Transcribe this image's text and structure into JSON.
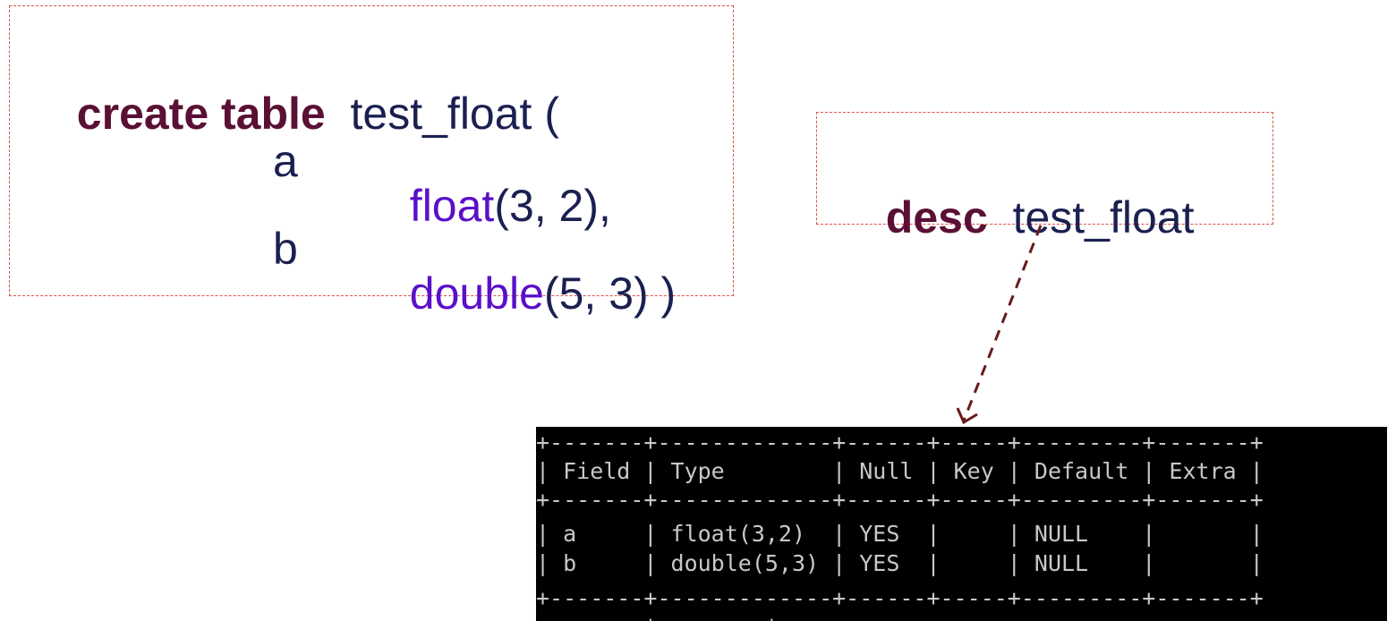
{
  "create_statement": {
    "keyword": "create table",
    "table_name": "test_float (",
    "columns": [
      {
        "name": "a",
        "type": "float",
        "args": "(3, 2),"
      },
      {
        "name": "b",
        "type": "double",
        "args": "(5, 3) )"
      }
    ]
  },
  "desc_statement": {
    "keyword": "desc",
    "table_name": "test_float"
  },
  "terminal": {
    "lines": [
      "+-------+-------------+------+-----+---------+-------+",
      "| Field | Type        | Null | Key | Default | Extra |",
      "+-------+-------------+------+-----+---------+-------+",
      "| a     | float(3,2)  | YES  |     | NULL    |       |",
      "| b     | double(5,3) | YES  |     | NULL    |       |",
      "+-------+-------------+------+-----+---------+-------+",
      "        +        +"
    ]
  },
  "colors": {
    "keyword": "#5a1035",
    "type": "#5b0fc8",
    "text": "#1a2050",
    "box_border": "#e0504a",
    "arrow": "#6b1a1a",
    "terminal_bg": "#000000",
    "terminal_text": "#c8c8c8"
  }
}
